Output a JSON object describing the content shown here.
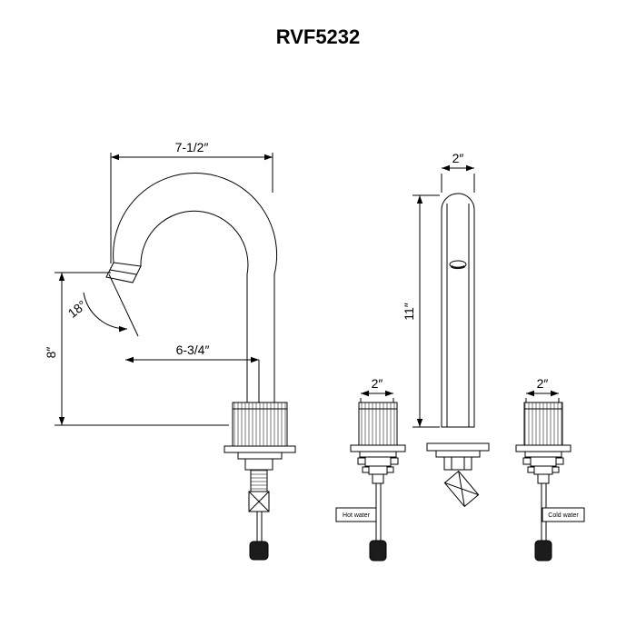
{
  "title": "RVF5232",
  "side_view": {
    "top_width": "7-1/2″",
    "height": "8″",
    "spout_angle": "18°",
    "reach": "6-3/4″"
  },
  "front_view": {
    "width": "2″",
    "height": "11″"
  },
  "hot_handle": {
    "width": "2″",
    "label": "Hot water"
  },
  "cold_handle": {
    "width": "2″",
    "label": "Cold water"
  }
}
